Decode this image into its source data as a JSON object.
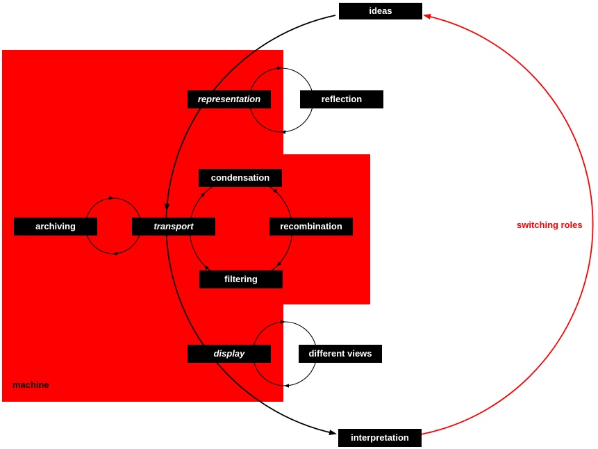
{
  "diagram": {
    "nodes": {
      "ideas": "ideas",
      "representation": "representation",
      "reflection": "reflection",
      "condensation": "condensation",
      "archiving": "archiving",
      "transport": "transport",
      "recombination": "recombination",
      "filtering": "filtering",
      "display": "display",
      "different_views": "different views",
      "interpretation": "interpretation"
    },
    "annotations": {
      "machine": "machine",
      "switching_roles": "switching roles"
    },
    "arrows": {
      "black_arc": {
        "from": "ideas",
        "to": "interpretation"
      },
      "red_arc": {
        "from": "interpretation",
        "to": "ideas",
        "label": "switching roles"
      },
      "inner_cycle": [
        "condensation",
        "recombination",
        "filtering",
        "transport"
      ],
      "exchange_loops": [
        [
          "representation",
          "reflection"
        ],
        [
          "archiving",
          "transport"
        ],
        [
          "display",
          "different views"
        ]
      ]
    },
    "colors": {
      "machine_region": "#ff0000",
      "node_background": "#000000",
      "node_text": "#ffffff",
      "black_cycle_arrow": "#000000",
      "switching_arrow": "#ff0000"
    }
  }
}
